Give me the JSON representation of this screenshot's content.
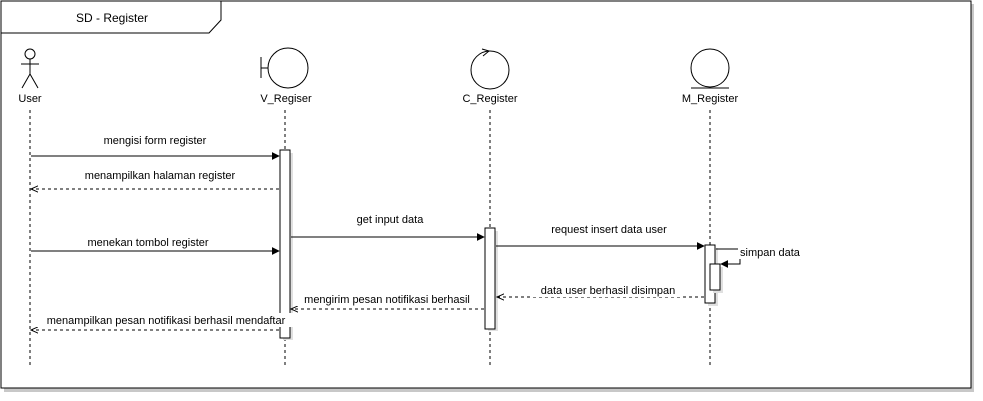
{
  "frame": {
    "title": "SD - Register"
  },
  "participants": [
    {
      "id": "user",
      "name": "User",
      "kind": "actor"
    },
    {
      "id": "v",
      "name": "V_Regiser",
      "kind": "boundary"
    },
    {
      "id": "c",
      "name": "C_Register",
      "kind": "control"
    },
    {
      "id": "m",
      "name": "M_Register",
      "kind": "entity"
    }
  ],
  "messages": [
    {
      "id": "m1",
      "label": "mengisi form register",
      "type": "sync"
    },
    {
      "id": "m2",
      "label": "menampilkan halaman register",
      "type": "return"
    },
    {
      "id": "m3",
      "label": "get input data",
      "type": "sync"
    },
    {
      "id": "m4",
      "label": "menekan tombol register",
      "type": "sync"
    },
    {
      "id": "m5",
      "label": "request insert data user",
      "type": "sync"
    },
    {
      "id": "m6",
      "label": "simpan data",
      "type": "self"
    },
    {
      "id": "m7",
      "label": "data user berhasil disimpan",
      "type": "return"
    },
    {
      "id": "m8",
      "label": "mengirim pesan notifikasi berhasil",
      "type": "return"
    },
    {
      "id": "m9",
      "label": "menampilkan pesan notifikasi berhasil mendaftar",
      "type": "return"
    }
  ],
  "colors": {
    "stroke": "#000000",
    "shadow": "#c8c8c8",
    "background": "#ffffff"
  }
}
